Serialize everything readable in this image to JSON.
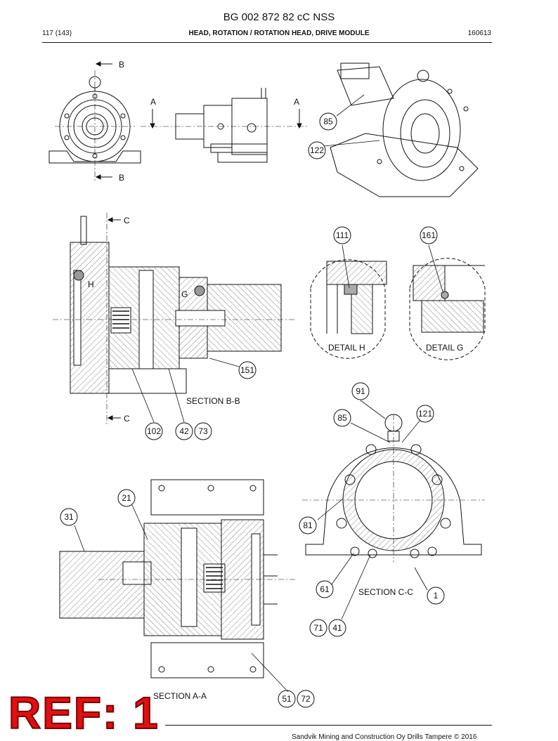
{
  "header": {
    "doc_title": "BG 002 872 82 cC NSS",
    "page_label": "117 (143)",
    "section_title": "HEAD, ROTATION / ROTATION HEAD, DRIVE MODULE",
    "date_code": "160613"
  },
  "views": {
    "section_marks": [
      "B",
      "B",
      "A",
      "A",
      "C",
      "C"
    ],
    "detail_marks": [
      "H",
      "G"
    ],
    "captions": {
      "detail_h": "DETAIL H",
      "detail_g": "DETAIL G",
      "section_bb": "SECTION B-B",
      "section_cc": "SECTION C-C",
      "section_aa": "SECTION A-A"
    }
  },
  "balloons": [
    "85",
    "122",
    "111",
    "161",
    "151",
    "102",
    "42",
    "73",
    "91",
    "121",
    "85",
    "81",
    "61",
    "1",
    "71",
    "41",
    "21",
    "31",
    "51",
    "72"
  ],
  "footer": {
    "copyright": "Sandvik Mining and Construction Oy Drills Tampere © 2016",
    "stamp": "REF: 1"
  }
}
